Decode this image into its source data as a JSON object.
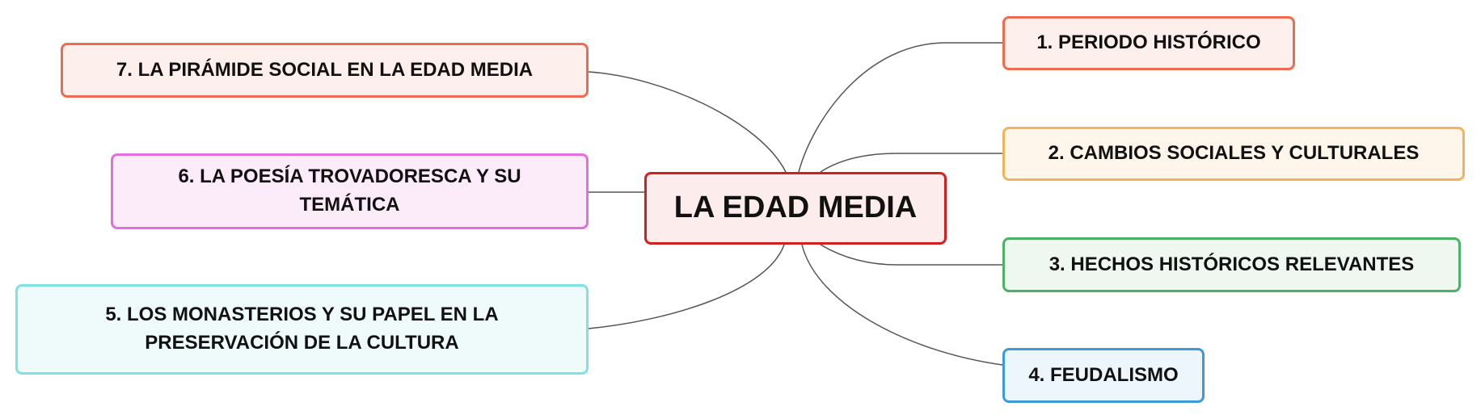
{
  "mindmap": {
    "center": {
      "label": "LA EDAD MEDIA",
      "border": "#d21f1f",
      "fill": "#fdecec"
    },
    "topics": [
      {
        "id": "t1",
        "label": "1. PERIODO HISTÓRICO",
        "border": "#ee6b51",
        "fill": "#fdf0ec"
      },
      {
        "id": "t2",
        "label": "2. CAMBIOS SOCIALES Y CULTURALES",
        "border": "#f3b35a",
        "fill": "#fef6ea"
      },
      {
        "id": "t3",
        "label": "3. HECHOS HISTÓRICOS RELEVANTES",
        "border": "#4cb267",
        "fill": "#eff8f0"
      },
      {
        "id": "t4",
        "label": "4. FEUDALISMO",
        "border": "#3d9ad9",
        "fill": "#edf6fc"
      },
      {
        "id": "t5",
        "label": "5. LOS MONASTERIOS Y SU PAPEL EN LA\nPRESERVACIÓN DE LA CULTURA",
        "border": "#7ee3e0",
        "fill": "#effbfb"
      },
      {
        "id": "t6",
        "label": "6. LA POESÍA TROVADORESCA Y SU\nTEMÁTICA",
        "border": "#e46ee0",
        "fill": "#fcebf9"
      },
      {
        "id": "t7",
        "label": "7. LA PIRÁMIDE SOCIAL EN LA EDAD MEDIA",
        "border": "#ee6b51",
        "fill": "#fdf0ec"
      }
    ],
    "connector_color": "#555555"
  }
}
